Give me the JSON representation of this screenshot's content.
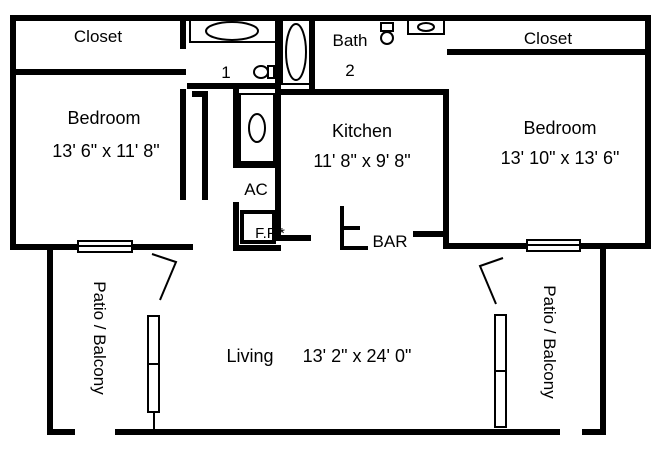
{
  "rooms": {
    "closet_left": "Closet",
    "closet_right": "Closet",
    "bath": "Bath",
    "bath_1": "1",
    "bath_2": "2",
    "bedroom_left": {
      "name": "Bedroom",
      "dims": "13' 6\" x 11' 8\""
    },
    "kitchen": {
      "name": "Kitchen",
      "dims": "11' 8\" x 9' 8\""
    },
    "bedroom_right": {
      "name": "Bedroom",
      "dims": "13' 10\" x 13' 6\""
    },
    "ac": "AC",
    "fireplace": "F.P.*",
    "bar": "BAR",
    "living": "Living",
    "living_dims": "13' 2\" x 24' 0\"",
    "patio_left": "Patio / Balcony",
    "patio_right": "Patio / Balcony"
  }
}
